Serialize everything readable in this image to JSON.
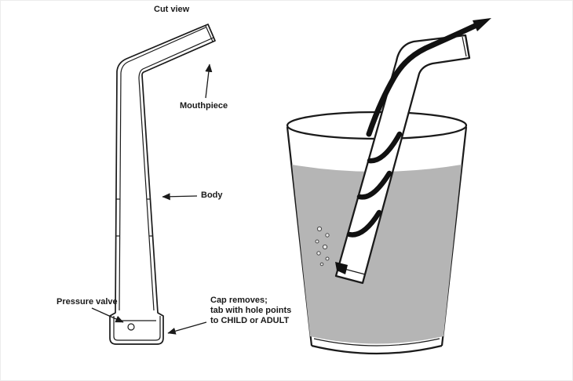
{
  "figure": {
    "title": "Cut view",
    "labels": {
      "mouthpiece": "Mouthpiece",
      "body": "Body",
      "pressure_valve": "Pressure valve",
      "cap_note": {
        "line1": "Cap removes;",
        "line2": "tab with hole points",
        "line3": "to CHILD or ADULT"
      }
    },
    "colors": {
      "ink": "#1a1a1a",
      "liquid": "#b5b5b5",
      "background": "#ffffff"
    }
  }
}
